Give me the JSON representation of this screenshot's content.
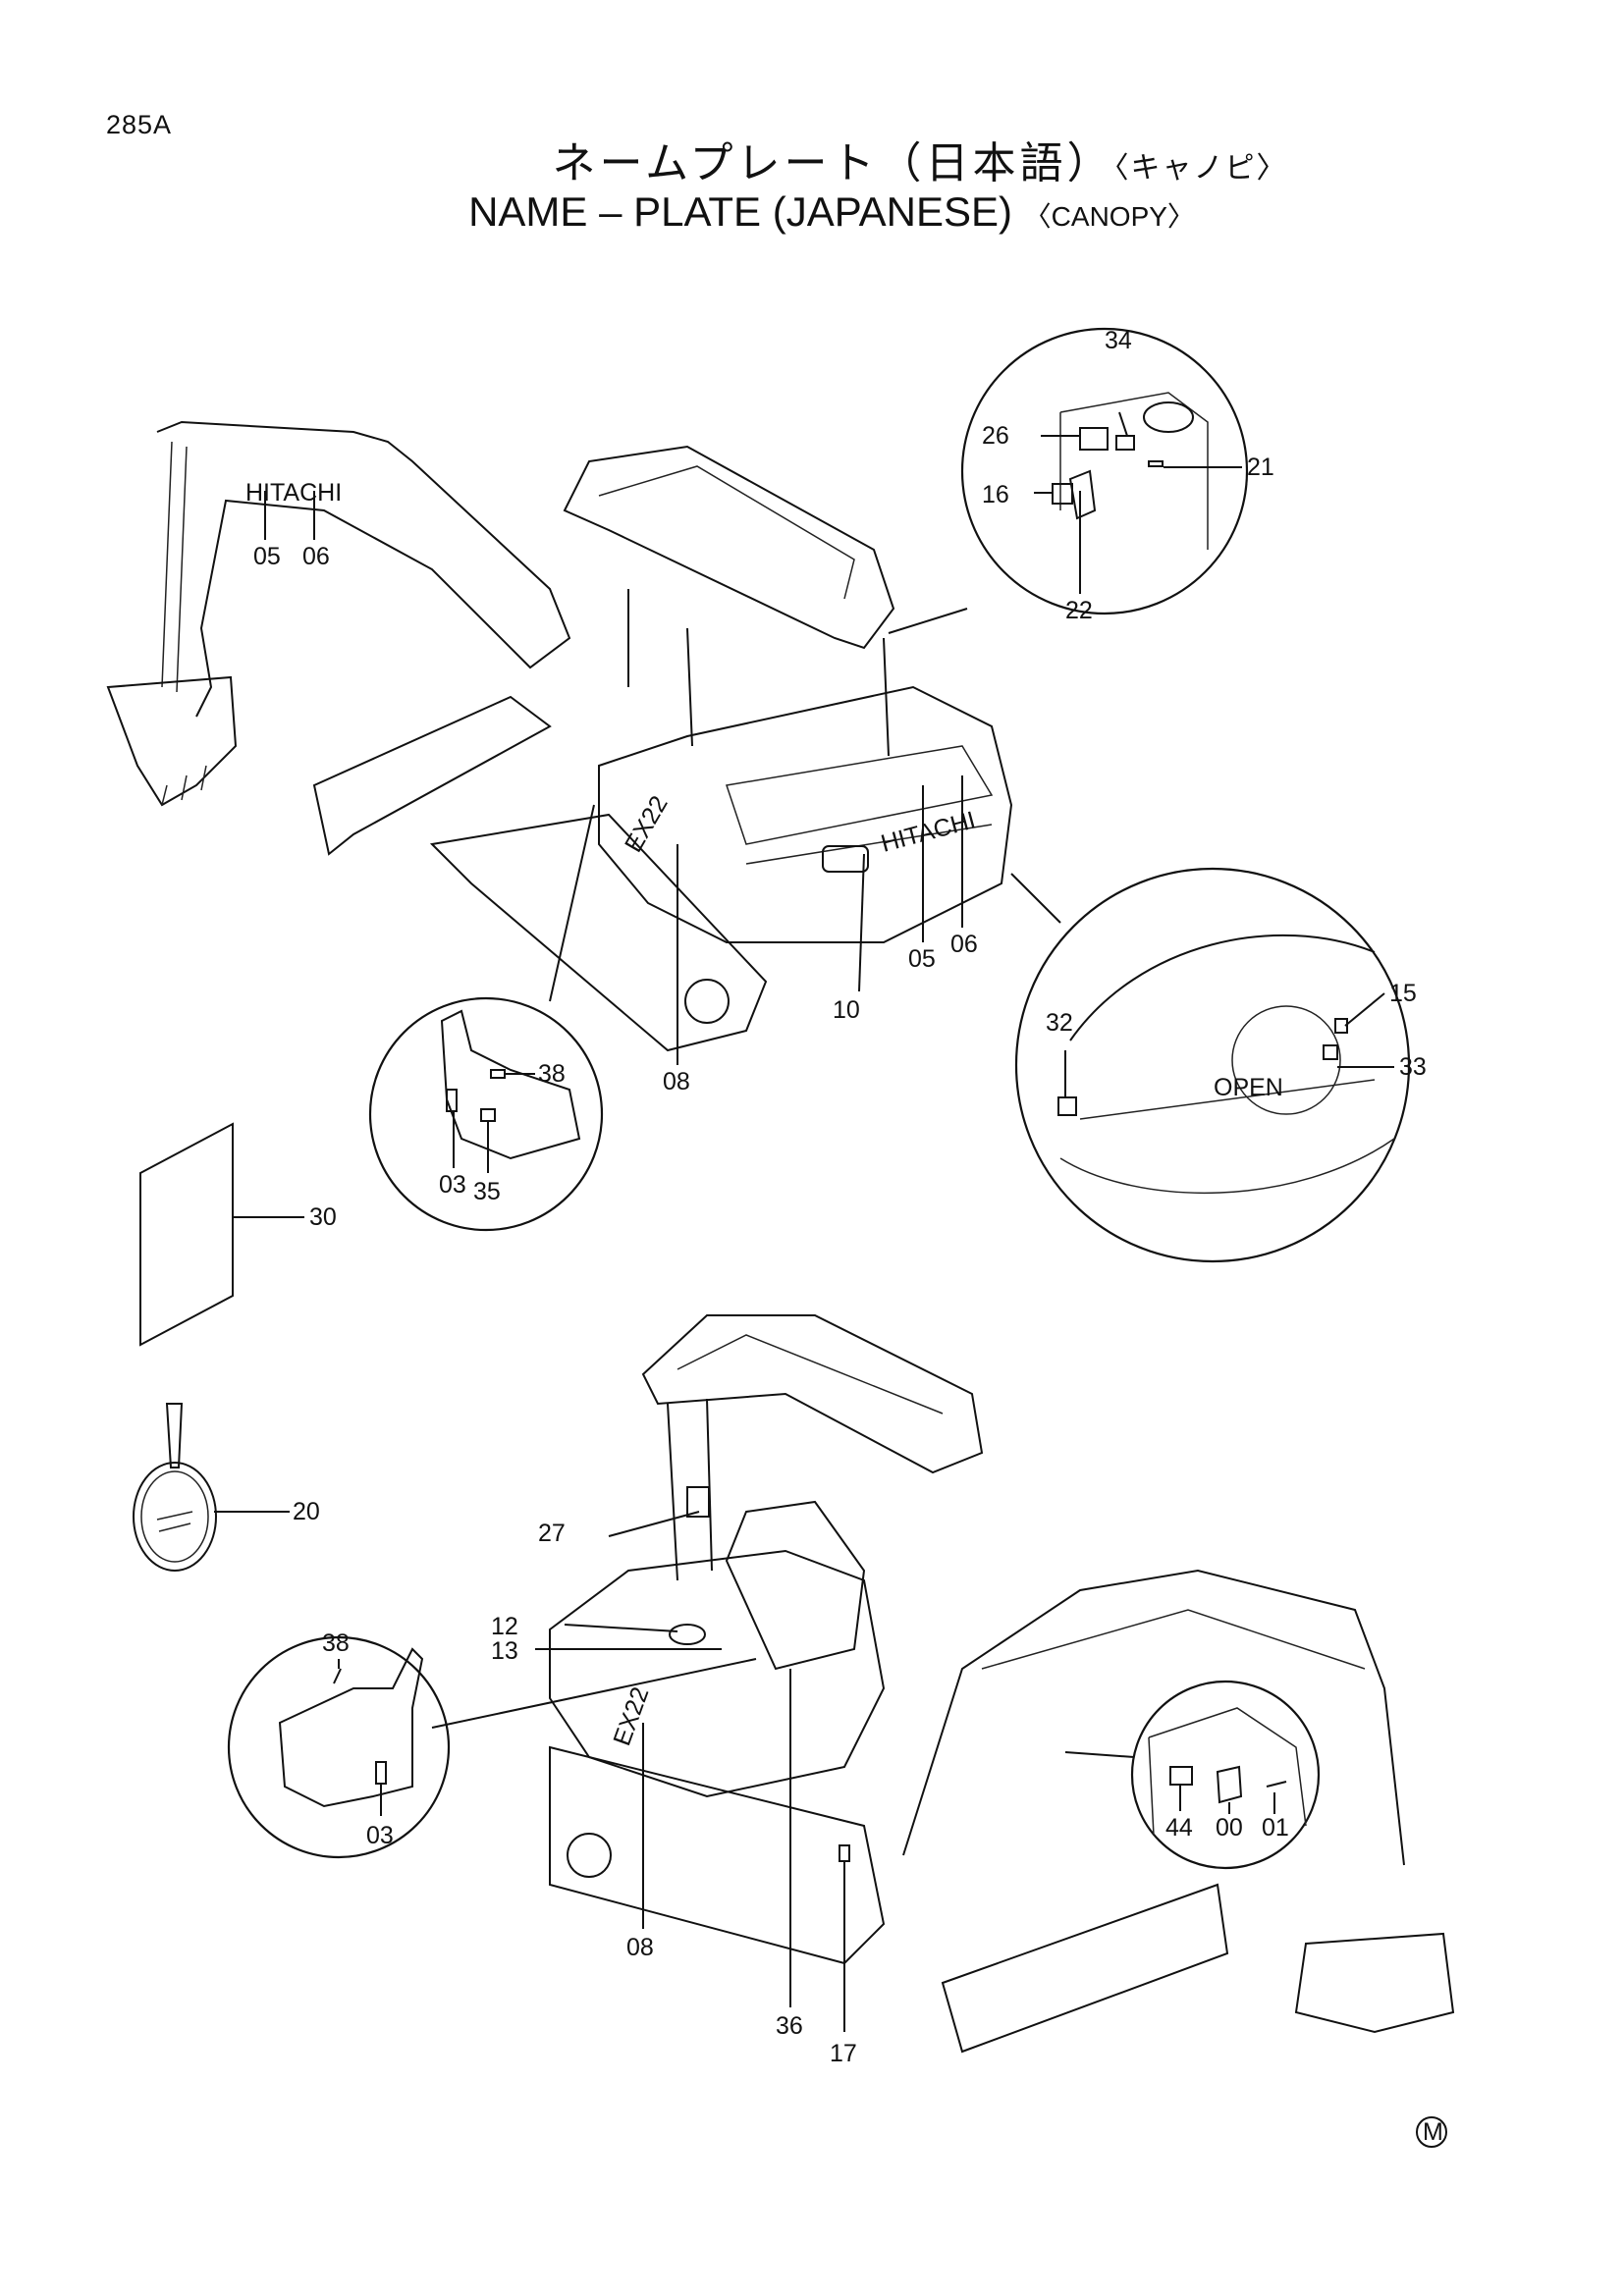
{
  "page_number": "285A",
  "title_jp": "ネームプレート（日本語）",
  "title_jp_sub": "〈キャノピ〉",
  "title_en": "NAME – PLATE  (JAPANESE)",
  "title_en_sub": "〈CANOPY〉",
  "machine_text": {
    "brand": "HITACHI",
    "model": "EX22",
    "open_label": "OPEN"
  },
  "corner_mark": "M",
  "callouts": [
    "34",
    "26",
    "21",
    "16",
    "22",
    "05",
    "06",
    "08",
    "10",
    "05",
    "06",
    "38",
    "03",
    "35",
    "15",
    "32",
    "33",
    "30",
    "20",
    "27",
    "12",
    "13",
    "38",
    "03",
    "08",
    "36",
    "17",
    "44",
    "00",
    "01"
  ]
}
